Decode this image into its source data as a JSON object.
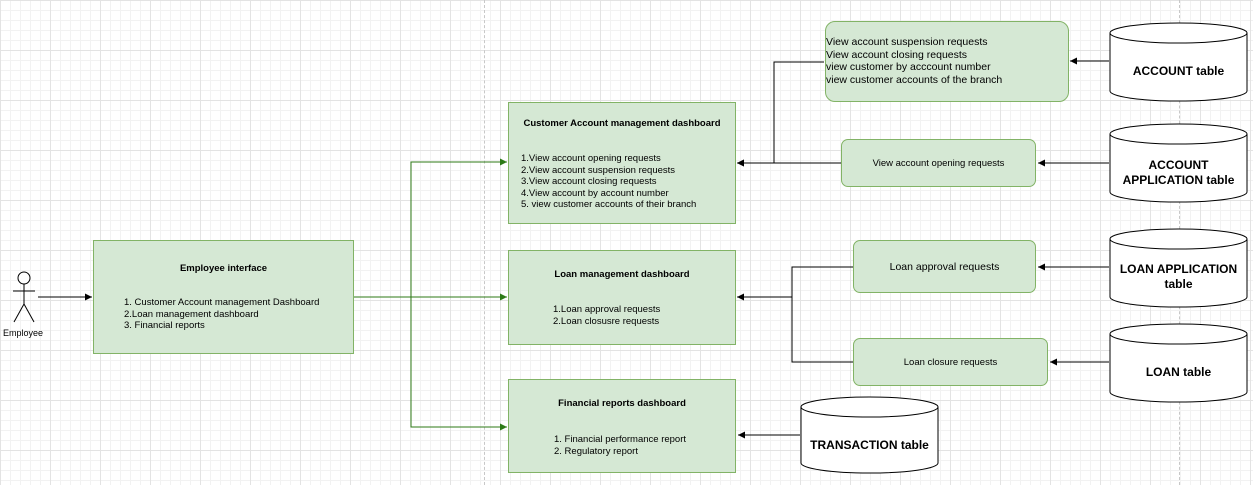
{
  "actor": {
    "label": "Employee"
  },
  "employee_interface": {
    "title": "Employee interface",
    "items": [
      "1. Customer Account management Dashboard",
      "2.Loan management dashboard",
      "3. Financial reports"
    ]
  },
  "customer_dashboard": {
    "title": "Customer Account management dashboard",
    "items": [
      "1.View account opening requests",
      "2.View account suspension requests",
      "3.View account closing requests",
      "4.View account by account number",
      "5. view customer accounts of their branch"
    ]
  },
  "loan_dashboard": {
    "title": "Loan management dashboard",
    "items": [
      "1.Loan approval requests",
      "2.Loan closusre requests"
    ]
  },
  "financial_dashboard": {
    "title": "Financial reports dashboard",
    "items": [
      "1. Financial performance report",
      "2. Regulatory report"
    ]
  },
  "account_requests_box": {
    "items": [
      "View account suspension requests",
      "View account closing requests",
      "view customer by acccount number",
      "view customer accounts of the branch"
    ]
  },
  "opening_requests_box": {
    "label": "View account opening requests"
  },
  "loan_approval_box": {
    "label": "Loan approval requests"
  },
  "loan_closure_box": {
    "label": "Loan closure requests"
  },
  "databases": {
    "account": "ACCOUNT table",
    "account_application": "ACCOUNT APPLICATION table",
    "loan_application": "LOAN APPLICATION table",
    "loan": "LOAN table",
    "transaction": "TRANSACTION table"
  },
  "colors": {
    "fill": "#d5e8d4",
    "stroke": "#82b366",
    "green_edge": "#2d7a16",
    "black_edge": "#000000"
  }
}
